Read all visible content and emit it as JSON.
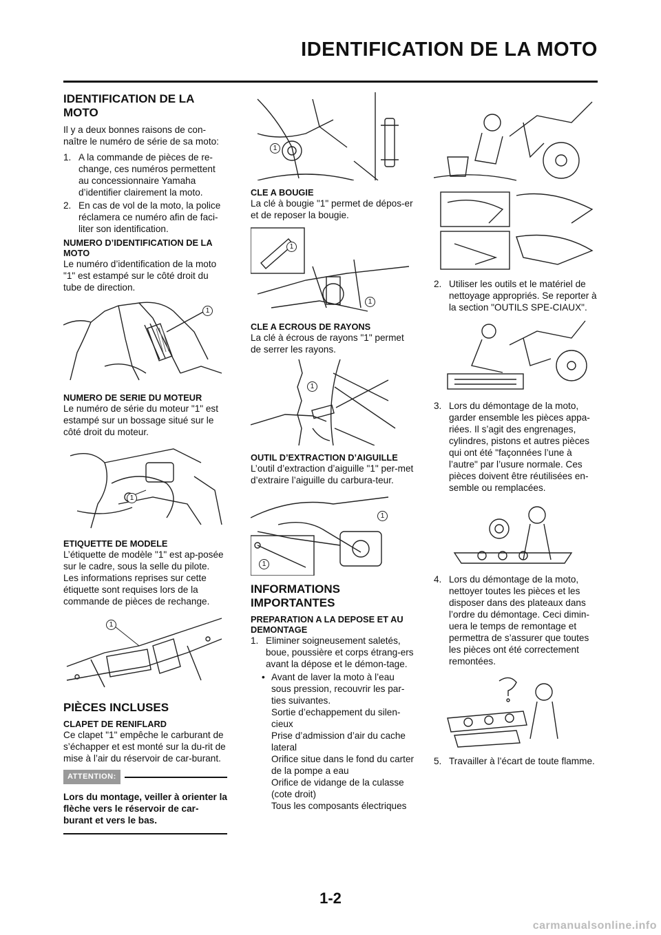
{
  "header": {
    "title": "IDENTIFICATION DE LA MOTO"
  },
  "col1": {
    "sec1_title": "IDENTIFICATION DE LA MOTO",
    "intro": "Il y a deux bonnes raisons de con-naître le numéro de série de sa moto:",
    "reasons": [
      {
        "n": "1.",
        "t": "A la commande de pièces de re-change, ces numéros permettent au concessionnaire Yamaha d’identifier clairement la moto."
      },
      {
        "n": "2.",
        "t": "En cas de vol de la moto, la police réclamera ce numéro afin de faci-liter son identification."
      }
    ],
    "vin_title": "NUMERO D’IDENTIFICATION DE LA MOTO",
    "vin_text": "Le numéro d’identification de la moto \"1\" est estampé sur le côté droit du tube de direction.",
    "engine_title": "NUMERO DE SERIE DU MOTEUR",
    "engine_text": "Le numéro de série du moteur \"1\" est estampé sur un bossage situé sur le côté droit du moteur.",
    "label_title": "ETIQUETTE DE MODELE",
    "label_text": "L’étiquette de modèle \"1\" est ap-posée sur le cadre, sous la selle du pilote. Les informations reprises sur cette étiquette sont requises lors de la commande de pièces de rechange.",
    "sec2_title": "PIÈCES INCLUSES",
    "breather_title": "CLAPET DE RENIFLARD",
    "breather_text": "Ce clapet \"1\" empêche le carburant de s’échapper et est monté sur la du-rit de mise à l’air du réservoir de car-burant.",
    "attention_label": "ATTENTION:",
    "attention_text": "Lors du montage, veiller à orienter la flèche vers le réservoir de car-burant et vers le bas."
  },
  "col2": {
    "plug_title": "CLE A BOUGIE",
    "plug_text": "La clé à bougie \"1\" permet de dépos-er et de reposer la bougie.",
    "nipple_title": "CLE A ECROUS DE RAYONS",
    "nipple_text": "La clé à écrous de rayons \"1\" permet de serrer les rayons.",
    "needle_title": "OUTIL D’EXTRACTION D’AIGUILLE",
    "needle_text": "L’outil d’extraction d’aiguille \"1\" per-met d’extraire l’aiguille du carbura-teur.",
    "info_title": "INFORMATIONS IMPORTANTES",
    "prep_title": "PREPARATION A LA DEPOSE ET AU DEMONTAGE",
    "step1": {
      "n": "1.",
      "t": "Eliminer soigneusement saletés, boue, poussière et corps étrang-ers avant la dépose et le démon-tage."
    },
    "bullet": {
      "n": "•",
      "t": "Avant de laver la moto à l’eau sous pression, recouvrir les par-ties suivantes."
    },
    "parts": [
      "Sortie d’echappement du silen-cieux",
      "Prise d’admission d’air du cache lateral",
      "Orifice situe dans le fond du carter de la pompe a eau",
      "Orifice de vidange de la culasse (cote droit)",
      "Tous les composants électriques"
    ]
  },
  "col3": {
    "step2": {
      "n": "2.",
      "t": "Utiliser les outils et le matériel de nettoyage appropriés. Se reporter à la section \"OUTILS SPE-CIAUX\"."
    },
    "step3": {
      "n": "3.",
      "t": "Lors du démontage de la moto, garder ensemble les pièces appa-riées. Il s’agit des engrenages, cylindres, pistons et autres pièces qui ont été \"façonnées l’une à l’autre\" par l’usure normale. Ces pièces doivent être réutilisées en-semble ou remplacées."
    },
    "step4": {
      "n": "4.",
      "t": "Lors du démontage de la moto, nettoyer toutes les pièces et les disposer dans des plateaux dans l’ordre du démontage. Ceci dimin-uera le temps de remontage et permettra de s’assurer que toutes les pièces ont été correctement remontées."
    },
    "step5": {
      "n": "5.",
      "t": "Travailler à l’écart de toute flamme."
    }
  },
  "callout": "1",
  "page_number": "1-2",
  "watermark": "carmanualsonline.info"
}
